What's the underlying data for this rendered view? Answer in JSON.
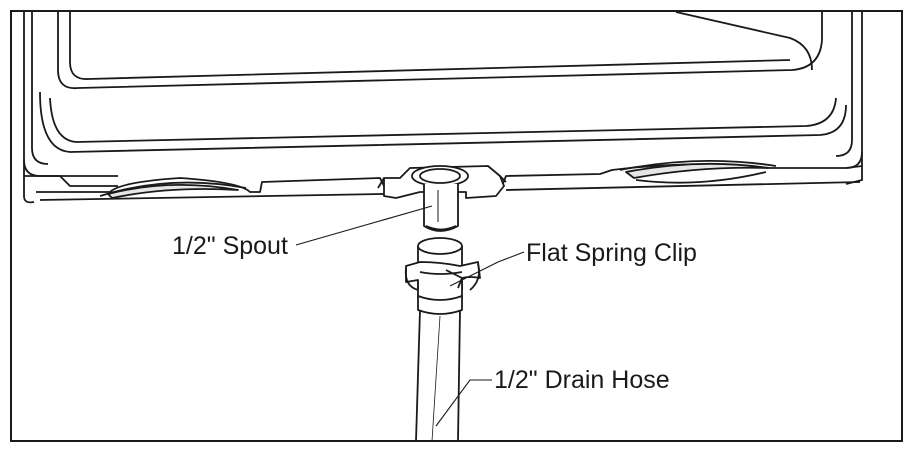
{
  "labels": {
    "spout": "1/2\" Spout",
    "clip": "Flat Spring Clip",
    "hose": "1/2\" Drain Hose"
  },
  "colors": {
    "line": "#1a1a1a",
    "shade": "#e6e6e6",
    "background": "#ffffff"
  }
}
